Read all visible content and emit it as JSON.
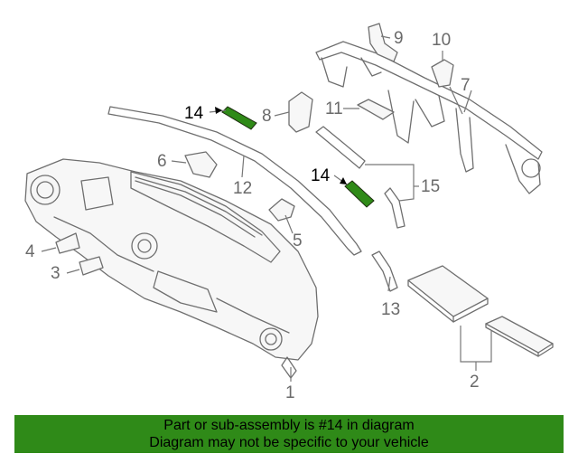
{
  "diagram": {
    "callouts": [
      "1",
      "2",
      "3",
      "4",
      "5",
      "6",
      "7",
      "8",
      "9",
      "10",
      "11",
      "12",
      "13",
      "14",
      "14",
      "15"
    ],
    "highlight_color": "#2f8a18"
  },
  "banner": {
    "line1": "Part or sub-assembly is #14 in diagram",
    "line2": "Diagram may not be specific to your vehicle",
    "background": "#2f8a18"
  }
}
